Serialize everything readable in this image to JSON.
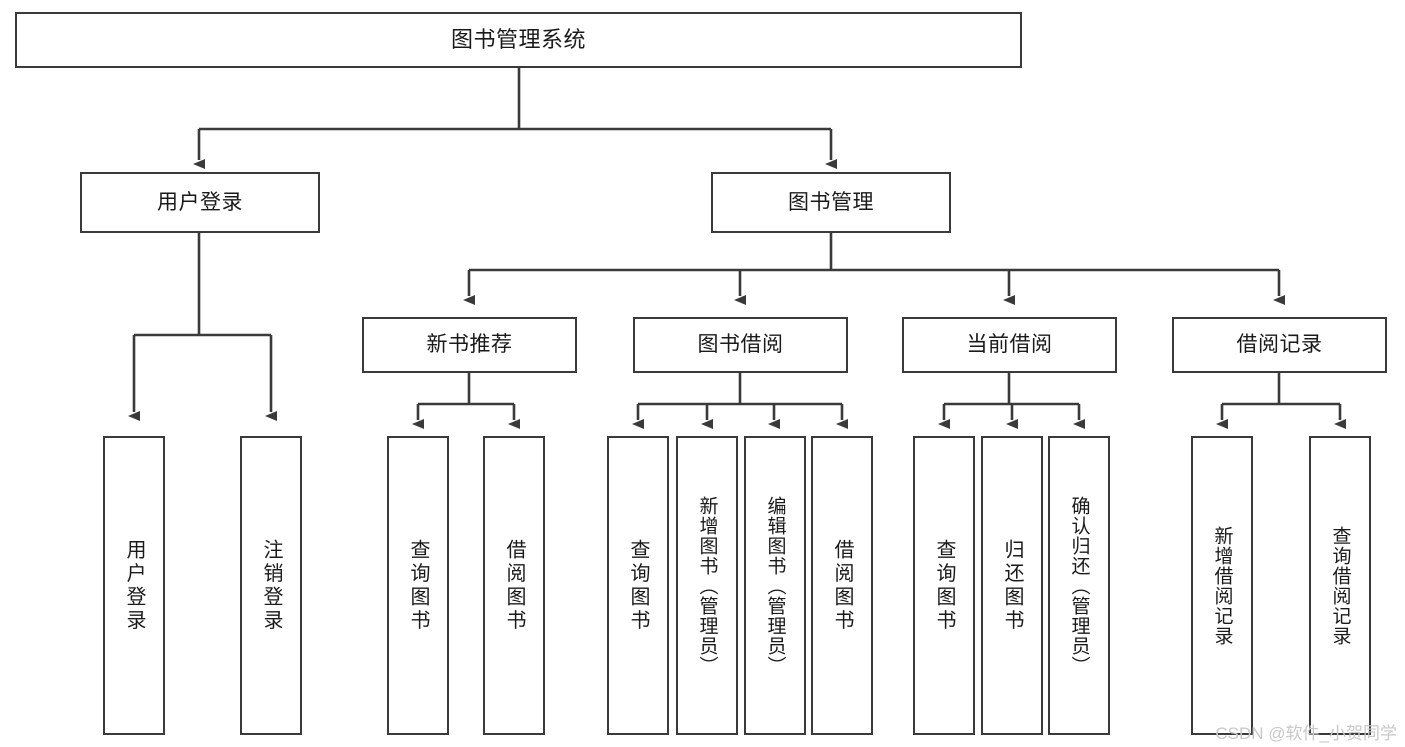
{
  "diagram": {
    "title": "图书管理系统",
    "type": "functional-structure-tree",
    "root": {
      "id": "root",
      "label": "图书管理系统"
    },
    "level1": [
      {
        "id": "user-login",
        "label": "用户登录"
      },
      {
        "id": "book-manage",
        "label": "图书管理"
      }
    ],
    "level2": [
      {
        "id": "new-book-rec",
        "label": "新书推荐",
        "parent": "book-manage"
      },
      {
        "id": "book-borrow",
        "label": "图书借阅",
        "parent": "book-manage"
      },
      {
        "id": "current-borrow",
        "label": "当前借阅",
        "parent": "book-manage"
      },
      {
        "id": "borrow-record",
        "label": "借阅记录",
        "parent": "book-manage"
      }
    ],
    "leaves": [
      {
        "id": "leaf-user-login",
        "label": "用户登录",
        "parent": "user-login"
      },
      {
        "id": "leaf-user-logout",
        "label": "注销登录",
        "parent": "user-login"
      },
      {
        "id": "leaf-query-book-1",
        "label": "查询图书",
        "parent": "new-book-rec"
      },
      {
        "id": "leaf-borrow-book-1",
        "label": "借阅图书",
        "parent": "new-book-rec"
      },
      {
        "id": "leaf-query-book-2",
        "label": "查询图书",
        "parent": "book-borrow"
      },
      {
        "id": "leaf-add-book",
        "label": "新增图书（管理员）",
        "parent": "book-borrow"
      },
      {
        "id": "leaf-edit-book",
        "label": "编辑图书（管理员）",
        "parent": "book-borrow"
      },
      {
        "id": "leaf-borrow-book-2",
        "label": "借阅图书",
        "parent": "book-borrow"
      },
      {
        "id": "leaf-query-book-3",
        "label": "查询图书",
        "parent": "current-borrow"
      },
      {
        "id": "leaf-return-book",
        "label": "归还图书",
        "parent": "current-borrow"
      },
      {
        "id": "leaf-confirm-return",
        "label": "确认归还（管理员）",
        "parent": "current-borrow"
      },
      {
        "id": "leaf-add-record",
        "label": "新增借阅记录",
        "parent": "borrow-record"
      },
      {
        "id": "leaf-query-record",
        "label": "查询借阅记录",
        "parent": "borrow-record"
      }
    ],
    "watermark": "CSDN @软件_小贺同学",
    "colors": {
      "stroke": "#3a3a3a",
      "fill": "#ffffff",
      "text": "#1a1a1a",
      "watermark": "#c8c8c8"
    }
  }
}
